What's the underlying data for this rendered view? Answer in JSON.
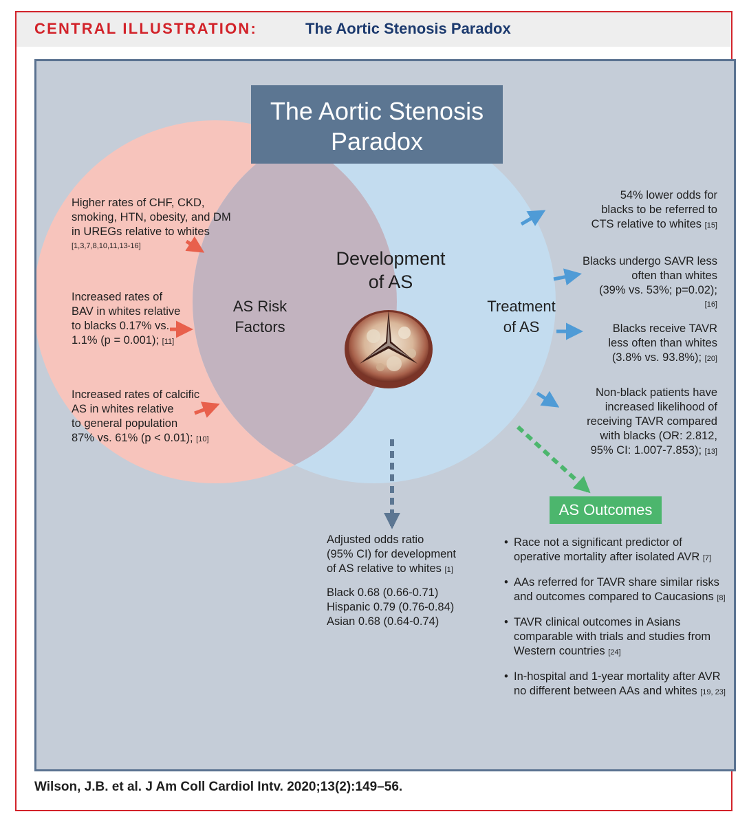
{
  "header": {
    "label": "CENTRAL ILLUSTRATION:",
    "title": "The Aortic Stenosis Paradox"
  },
  "title_box": {
    "line1": "The Aortic Stenosis",
    "line2": "Paradox"
  },
  "venn": {
    "left_label": [
      "AS Risk",
      "Factors"
    ],
    "center_label": [
      "Development",
      "of AS"
    ],
    "right_label": [
      "Treatment",
      "of AS"
    ]
  },
  "risk_factors": [
    {
      "lines": [
        "Higher rates of CHF, CKD,",
        "smoking, HTN, obesity, and DM",
        "in UREGs relative to whites"
      ],
      "ref": "[1,3,7,8,10,11,13-16]"
    },
    {
      "lines": [
        "Increased rates of",
        "BAV in whites relative",
        "to blacks 0.17% vs."
      ],
      "last": "1.1% (p = 0.001);",
      "ref": "[11]"
    },
    {
      "lines": [
        "Increased rates of calcific",
        "AS in whites relative",
        "to general population"
      ],
      "last": "87% vs. 61% (p < 0.01);",
      "ref": "[10]"
    }
  ],
  "treatment": [
    {
      "lines": [
        "54% lower odds for",
        "blacks to be referred to"
      ],
      "last": "CTS relative to whites",
      "ref": "[15]"
    },
    {
      "lines": [
        "Blacks undergo SAVR less",
        "often than whites",
        "(39% vs. 53%; p=0.02);"
      ],
      "ref": "[16]"
    },
    {
      "lines": [
        "Blacks receive TAVR",
        "less often than whites"
      ],
      "last": "(3.8% vs. 93.8%);",
      "ref": "[20]"
    },
    {
      "lines": [
        "Non-black patients have",
        "increased likelihood of",
        "receiving TAVR compared",
        "with blacks (OR: 2.812,"
      ],
      "last": "95% CI: 1.007-7.853);",
      "ref": "[13]"
    }
  ],
  "odds": {
    "lines": [
      "Adjusted odds ratio",
      "(95% CI) for development"
    ],
    "last": "of AS relative to whites",
    "ref": "[1]",
    "rows": [
      "Black 0.68 (0.66-0.71)",
      "Hispanic 0.79 (0.76-0.84)",
      "Asian 0.68 (0.64-0.74)"
    ]
  },
  "outcomes": {
    "badge": "AS Outcomes",
    "items": [
      {
        "text": "Race not a significant predictor of operative mortality after isolated AVR",
        "ref": "[7]"
      },
      {
        "text": "AAs referred for TAVR share similar risks and outcomes compared to Caucasions",
        "ref": "[8]"
      },
      {
        "text": "TAVR clinical outcomes in Asians comparable with trials and studies from Western countries",
        "ref": "[24]"
      },
      {
        "text": "In-hospital and 1-year mortality after AVR no different between AAs and whites",
        "ref": "[19, 23]"
      }
    ]
  },
  "citation": "Wilson, J.B. et al. J Am Coll Cardiol Intv. 2020;13(2):149–56.",
  "colors": {
    "accent_red": "#d2232a",
    "navy": "#1c3a6e",
    "risk_circle": "#f7c4bc",
    "treatment_circle": "#c3dcef",
    "overlap": "#c2b3bf",
    "arrow_red": "#e8604c",
    "arrow_blue": "#4f9bd6",
    "arrow_green": "#4cb66d",
    "arrow_slate": "#5c7692"
  }
}
